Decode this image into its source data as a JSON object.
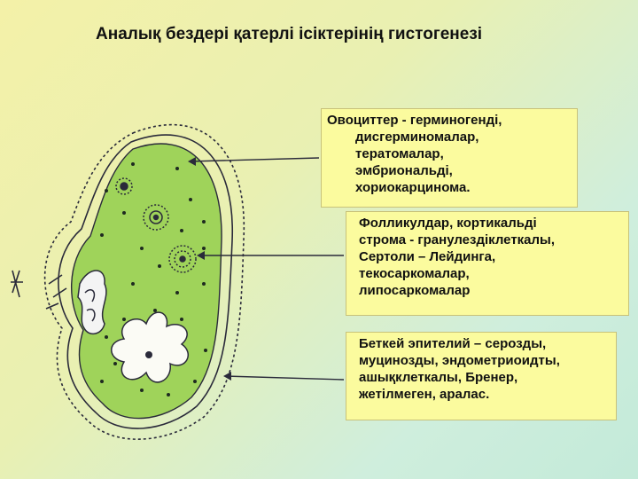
{
  "title": "Аналық бездері қатерлі ісіктерінің гистогенезі",
  "boxes": {
    "oocytes": {
      "lines": [
        "Овоциттер - герминогенді,",
        "дисгерминомалар,",
        "тератомалар,",
        "эмбриональді,",
        "хориокарцинома."
      ]
    },
    "follicles": {
      "lines": [
        "Фолликулдар, кортикальді",
        "строма - гранулездіклеткалы,",
        "Сертоли – Лейдинга,",
        "текосаркомалар,",
        "липосаркомалар"
      ]
    },
    "epithelium": {
      "lines": [
        "Беткей эпителий – серозды,",
        "муцинозды, эндометриоидты,",
        "ашықклеткалы, Бренер,",
        "жетілмеген, аралас."
      ]
    }
  },
  "colors": {
    "ovary_fill": "#9fd35a",
    "ovary_outline": "#2a2a3a",
    "box_fill": "#fbfb9e"
  }
}
